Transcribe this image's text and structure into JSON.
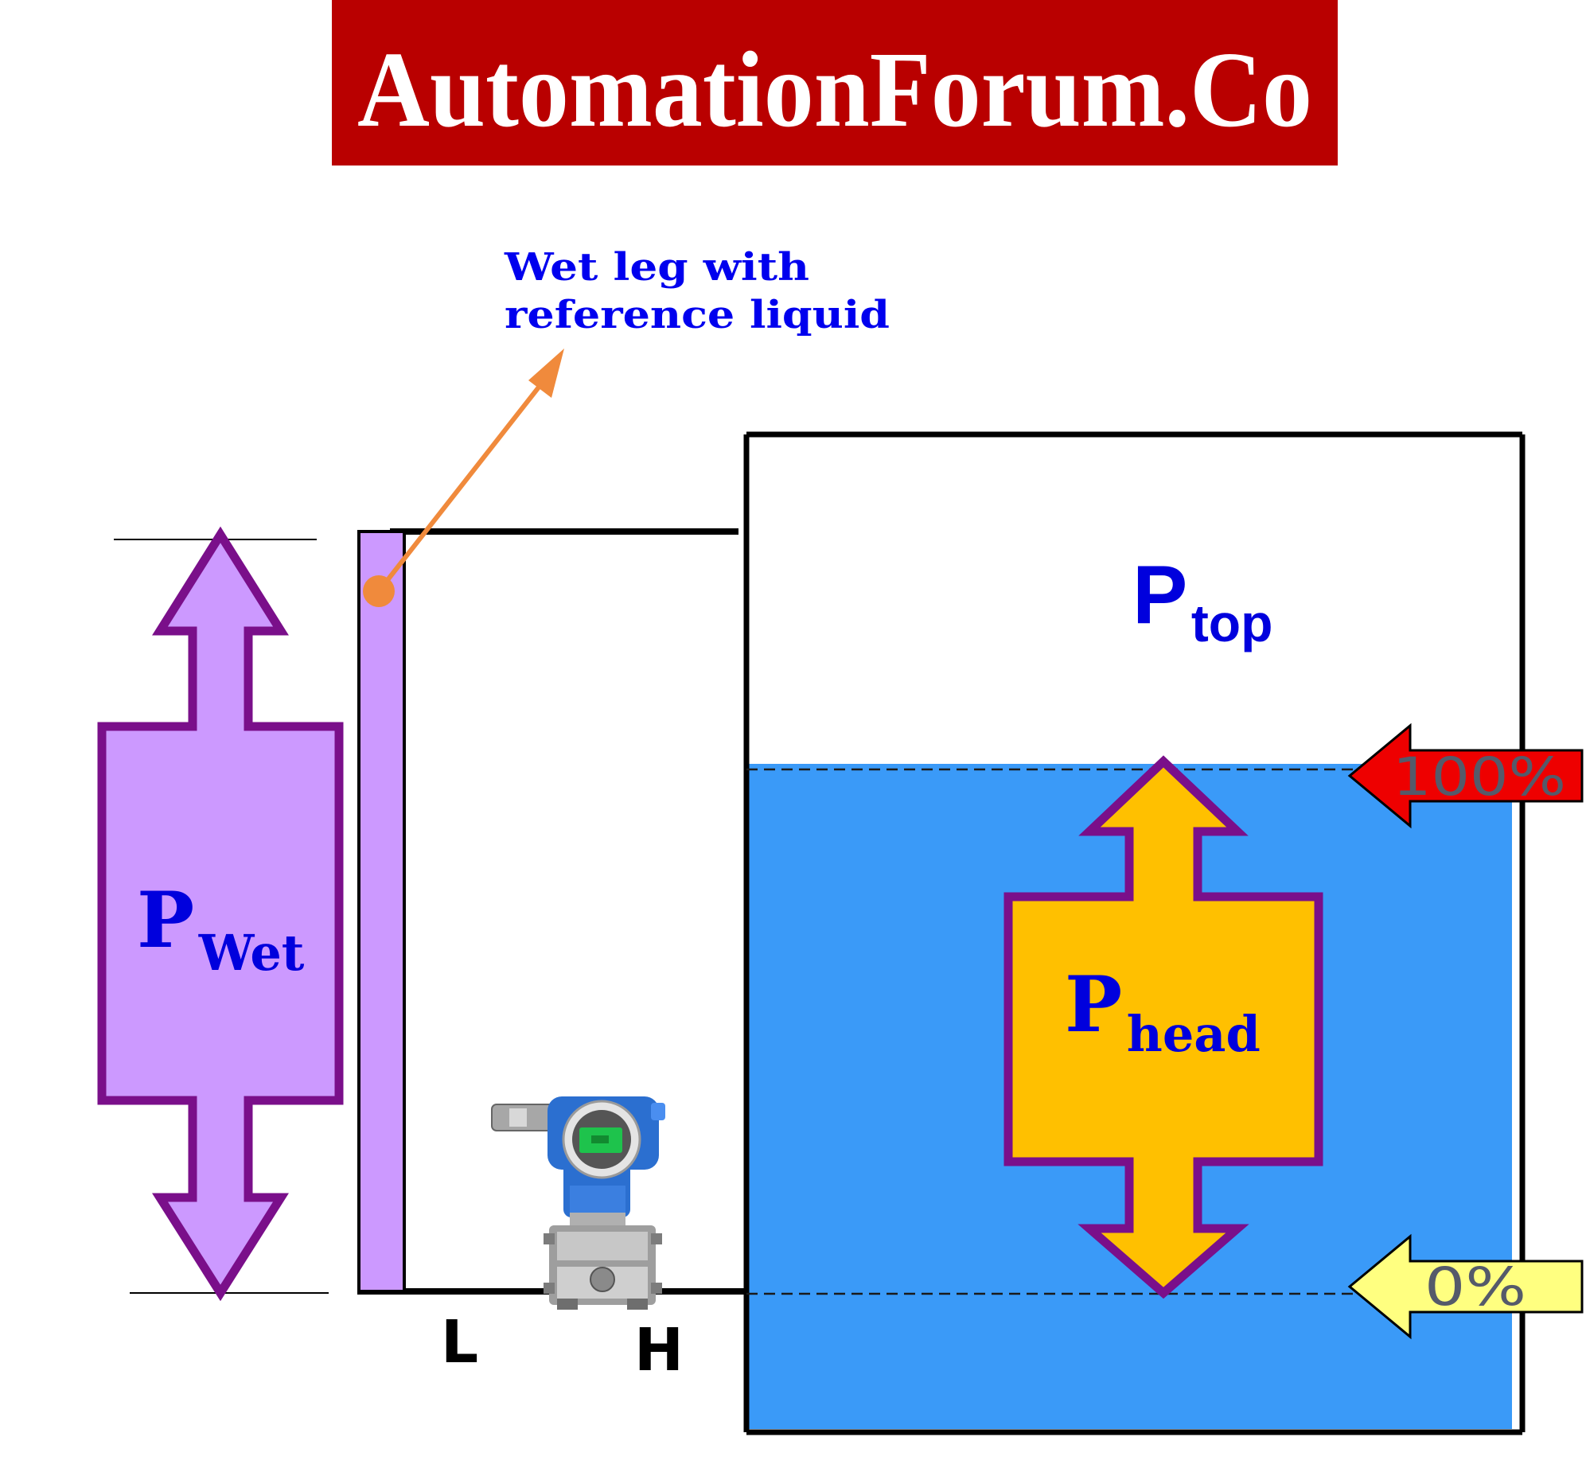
{
  "banner": {
    "text": "AutomationForum.Co",
    "bg_color": "#b90000",
    "text_color": "#ffffff"
  },
  "callout": {
    "line1": "Wet leg with",
    "line2": "reference liquid",
    "arrow_color": "#f08a3c",
    "text_color": "#0000ee"
  },
  "labels": {
    "p_wet_main": "P",
    "p_wet_sub": "Wet",
    "p_top_main": "P",
    "p_top_sub": "top",
    "p_head_main": "P",
    "p_head_sub": "head",
    "port_low": "L",
    "port_high": "H"
  },
  "markers": {
    "full": "100%",
    "empty": "0%",
    "full_color": "#ee0000",
    "empty_color": "#ffff80"
  },
  "colors": {
    "liquid": "#3a9af8",
    "wet_leg": "#cc99ff",
    "arrow_outline": "#7a0f8a",
    "head_arrow_fill": "#ffc000",
    "label_blue": "#0000dd"
  },
  "icons": {
    "transmitter": "differential-pressure-transmitter-icon"
  }
}
